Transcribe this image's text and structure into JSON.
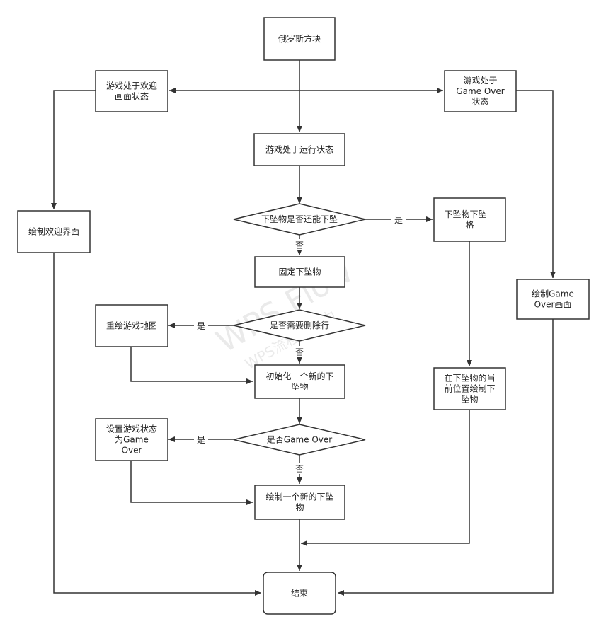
{
  "watermark": {
    "line1": "WPS Flow",
    "line2": "WPS流程图能力"
  },
  "nodes": {
    "tetris": [
      "俄罗斯方块"
    ],
    "welcome_state": [
      "游戏处于欢迎",
      "画面状态"
    ],
    "gameover_state": [
      "游戏处于",
      "Game Over",
      "状态"
    ],
    "running_state": [
      "游戏处于运行状态"
    ],
    "draw_welcome": [
      "绘制欢迎界面"
    ],
    "can_fall": [
      "下坠物是否还能下坠"
    ],
    "fall_one": [
      "下坠物下坠一",
      "格"
    ],
    "draw_gameover": [
      "绘制Game",
      "Over画面"
    ],
    "fix_piece": [
      "固定下坠物"
    ],
    "need_delete": [
      "是否需要删除行"
    ],
    "redraw_map": [
      "重绘游戏地图"
    ],
    "init_new": [
      "初始化一个新的下",
      "坠物"
    ],
    "draw_current": [
      "在下坠物的当",
      "前位置绘制下",
      "坠物"
    ],
    "is_gameover": [
      "是否Game Over"
    ],
    "set_gameover": [
      "设置游戏状态",
      "为Game",
      "Over"
    ],
    "draw_new": [
      "绘制一个新的下坠",
      "物"
    ],
    "end": [
      "结束"
    ]
  },
  "edge_labels": {
    "yes": "是",
    "no": "否"
  }
}
